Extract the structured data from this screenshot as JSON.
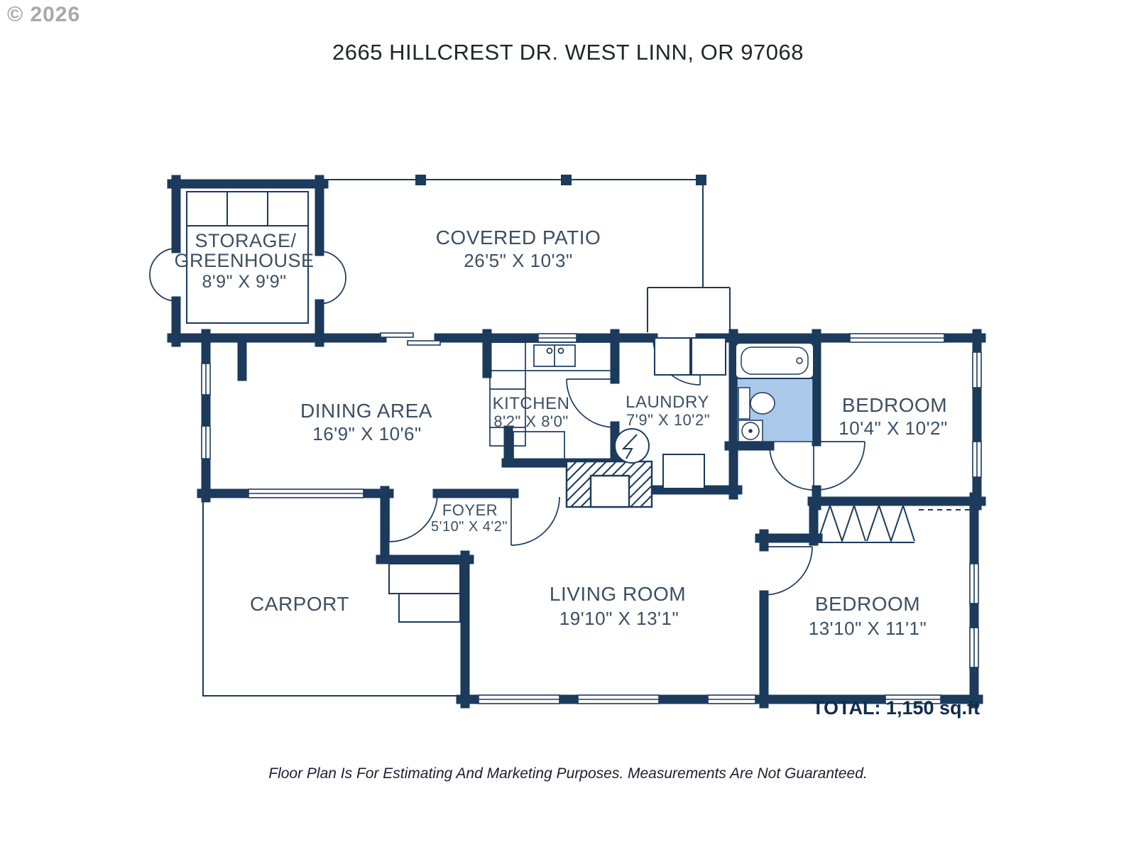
{
  "page": {
    "copyright": "© 2026",
    "address": "2665 HILLCREST DR. WEST LINN, OR 97068",
    "total": "TOTAL: 1,150 sq.ft",
    "disclaimer": "Floor Plan Is For Estimating And Marketing Purposes. Measurements Are Not Guaranteed."
  },
  "rooms": {
    "storage": {
      "line1": "STORAGE/",
      "line2": "GREENHOUSE",
      "dims": "8'9\" X 9'9\""
    },
    "patio": {
      "name": "COVERED PATIO",
      "dims": "26'5\" X 10'3\""
    },
    "dining": {
      "name": "DINING AREA",
      "dims": "16'9\" X 10'6\""
    },
    "kitchen": {
      "name": "KITCHEN",
      "dims": "8'2\" X 8'0\""
    },
    "laundry": {
      "name": "LAUNDRY",
      "dims": "7'9\" X 10'2\""
    },
    "bedroom1": {
      "name": "BEDROOM",
      "dims": "10'4\" X 10'2\""
    },
    "foyer": {
      "name": "FOYER",
      "dims": "5'10\" X 4'2\""
    },
    "carport": {
      "name": "CARPORT"
    },
    "living": {
      "name": "LIVING ROOM",
      "dims": "19'10\" X 13'1\""
    },
    "bedroom2": {
      "name": "BEDROOM",
      "dims": "13'10\" X 11'1\""
    }
  },
  "colors": {
    "wall": "#1b3a5c",
    "bath_fill": "#aac8e9",
    "label": "#3d4f63"
  }
}
